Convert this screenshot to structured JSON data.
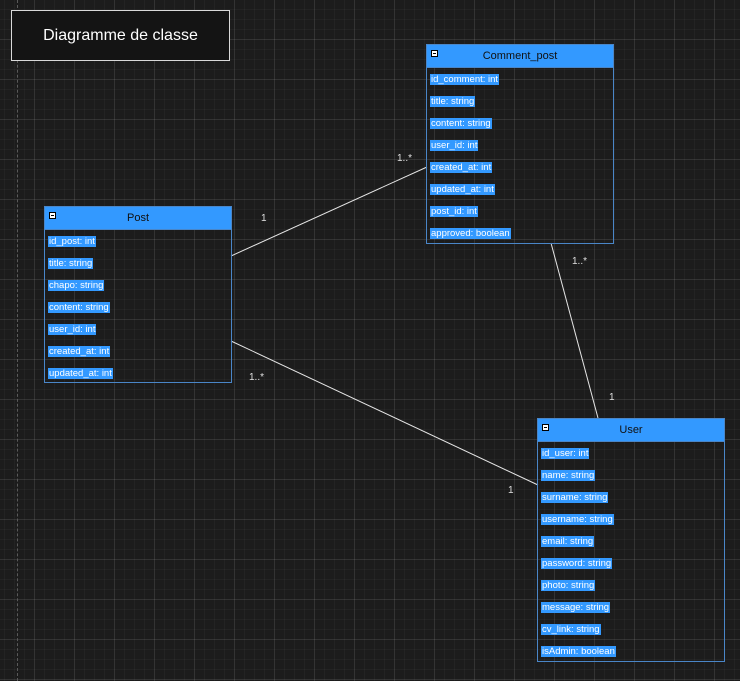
{
  "diagram_title": "Diagramme de classe",
  "colors": {
    "header": "#3399ff",
    "selection": "#3399ff",
    "border": "#4a86c8",
    "edge": "#e6e6e6",
    "canvas": "#1c1c1c"
  },
  "classes": {
    "post": {
      "name": "Post",
      "attributes": [
        "id_post: int",
        "title: string",
        "chapo: string",
        "content: string",
        "user_id: int",
        "created_at: int",
        "updated_at: int"
      ]
    },
    "comment_post": {
      "name": "Comment_post",
      "attributes": [
        "id_comment: int",
        "title: string",
        "content: string",
        "user_id: int",
        "created_at: int",
        "updated_at: int",
        "post_id: int",
        "approved: boolean"
      ]
    },
    "user": {
      "name": "User",
      "attributes": [
        "id_user: int",
        "name: string",
        "surname: string",
        "username: string",
        "email: string",
        "password: string",
        "photo: string",
        "message: string",
        "cv_link: string",
        "isAdmin: boolean"
      ]
    }
  },
  "associations": [
    {
      "from": "Post",
      "to": "Comment_post",
      "from_mult": "1",
      "to_mult": "1..*"
    },
    {
      "from": "Comment_post",
      "to": "User",
      "from_mult": "1..*",
      "to_mult": "1"
    },
    {
      "from": "Post",
      "to": "User",
      "from_mult": "1..*",
      "to_mult": "1"
    }
  ]
}
